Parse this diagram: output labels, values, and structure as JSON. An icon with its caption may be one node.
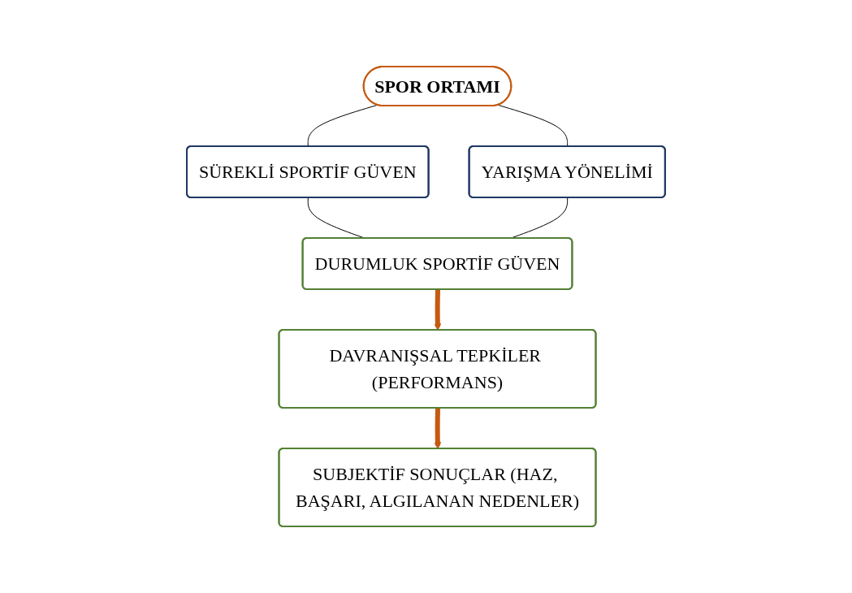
{
  "diagram": {
    "nodes": [
      {
        "text": [
          "SPOR ORTAMI"
        ]
      },
      {
        "text": [
          "SÜREKLİ SPORTİF GÜVEN"
        ]
      },
      {
        "text": [
          "YARIŞMA YÖNELİMİ"
        ]
      },
      {
        "text": [
          "DURUMLUK SPORTİF GÜVEN"
        ]
      },
      {
        "text": [
          "DAVRANIŞSAL TEPKİLER (PERFORMANS)"
        ]
      },
      {
        "text": [
          "SUBJEKTİF SONUÇLAR (HAZ, BAŞARI, ALGILANAN NEDENLER)"
        ]
      }
    ],
    "edges": [
      {
        "from": 0,
        "to": 1,
        "arrow": "none"
      },
      {
        "from": 0,
        "to": 2,
        "arrow": "none"
      },
      {
        "from": 1,
        "to": 3,
        "arrow": "none"
      },
      {
        "from": 2,
        "to": 3,
        "arrow": "none"
      },
      {
        "from": 3,
        "to": 4,
        "arrow": "to",
        "style": "thick",
        "color": "#c55a11"
      },
      {
        "from": 4,
        "to": 5,
        "arrow": "to",
        "style": "thick",
        "color": "#c55a11"
      }
    ]
  }
}
